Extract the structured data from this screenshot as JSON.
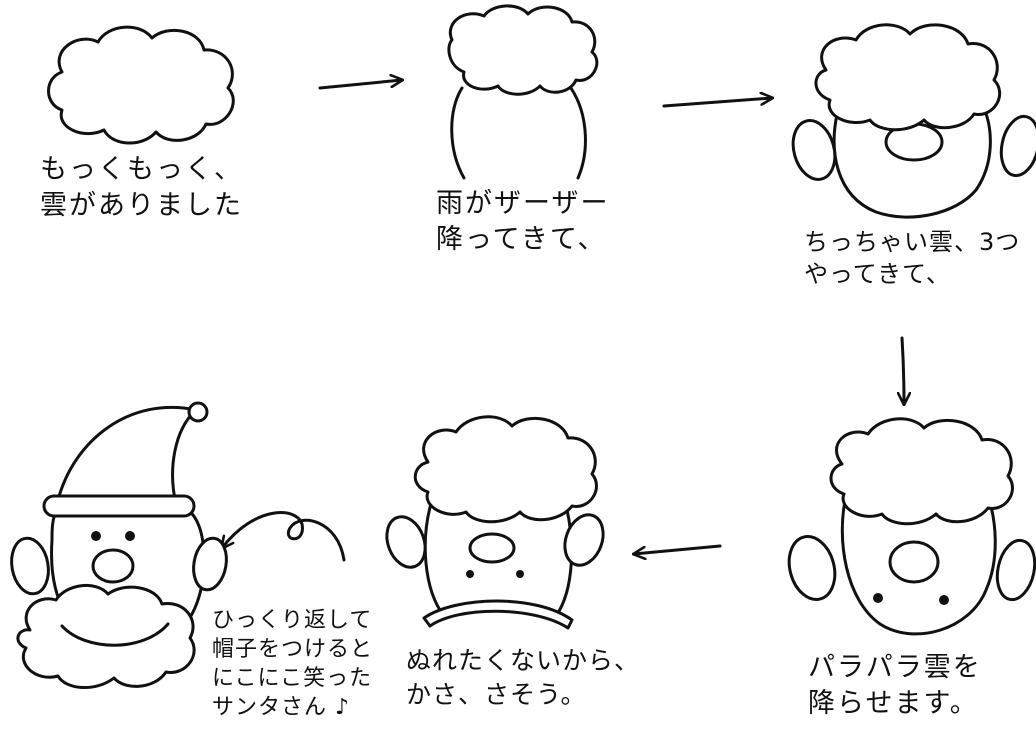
{
  "steps": [
    {
      "lines": [
        "もっくもっく、",
        "雲がありました"
      ]
    },
    {
      "lines": [
        "雨がザーザー",
        "降ってきて、"
      ]
    },
    {
      "lines": [
        "ちっちゃい雲、3つ",
        "やってきて、"
      ]
    },
    {
      "lines": [
        "パラパラ雲を",
        "降らせます。"
      ]
    },
    {
      "lines": [
        "ぬれたくないから、",
        "かさ、さそう。"
      ]
    },
    {
      "lines": [
        "ひっくり返して",
        "帽子をつけると",
        "にこにこ笑った",
        "サンタさん ♪"
      ]
    }
  ]
}
